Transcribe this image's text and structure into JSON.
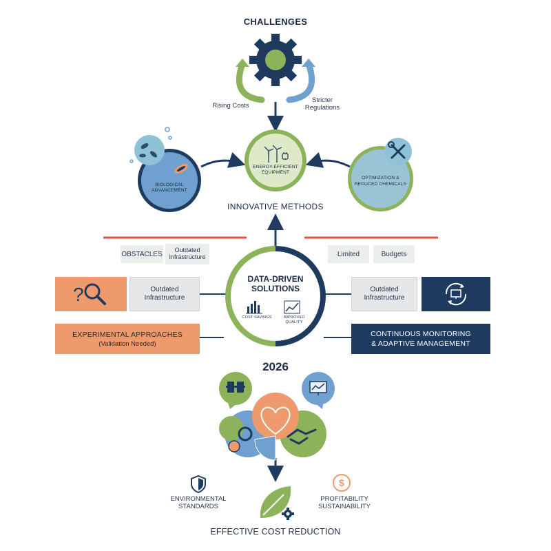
{
  "challenges": {
    "title": "CHALLENGES",
    "left_label": "Rising Costs",
    "right_label": "Stricter\nRegulations"
  },
  "methods": {
    "center_label": "ENERGY-EFFICIENT\nEQUIPMENT",
    "left_label": "BIOLOGICAL\nADVANCEMENT",
    "right_label": "OPTIMIZATION &\nREDUCED CHEMICALS",
    "title": "INNOVATIVE METHODS"
  },
  "obstacles": {
    "left_tag": "OBSTACLES",
    "left_tag2": "Outdated\nInfrastructure",
    "right_tag": "Limited",
    "right_tag2": "Budgets"
  },
  "hub": {
    "title": "DATA-DRIVEN\nSOLUTIONS",
    "left_caption": "COST SAVINGS",
    "right_caption": "IMPROVED QUALITY"
  },
  "sides": {
    "left_gray": "Outdated\nInfrastructure",
    "right_gray": "Outdated\nInfrastructure",
    "left_wide_line1": "EXPERIMENTAL APPROACHES",
    "left_wide_line2": "(Validation Needed)",
    "right_wide_line1": "CONTINUOUS MONITORING",
    "right_wide_line2": "& ADAPTIVE MANAGEMENT"
  },
  "future": {
    "year": "2026"
  },
  "outcomes": {
    "left_label": "ENVIRONMENTAL\nSTANDARDS",
    "right_label": "PROFITABILITY\nSUSTAINABILITY",
    "final_title": "EFFECTIVE COST REDUCTION"
  },
  "colors": {
    "navy": "#1f3a5f",
    "green": "#8cb35a",
    "blue": "#6fa0cf",
    "orange": "#ee9a6c",
    "red_line": "#d9534f"
  },
  "icons": [
    "gear-icon",
    "wind-turbine-icon",
    "microbe-icon",
    "tools-icon",
    "magnifier-icon",
    "monitor-cycle-icon",
    "heart-icon",
    "handshake-icon",
    "shield-icon",
    "dollar-icon",
    "leaf-icon"
  ]
}
